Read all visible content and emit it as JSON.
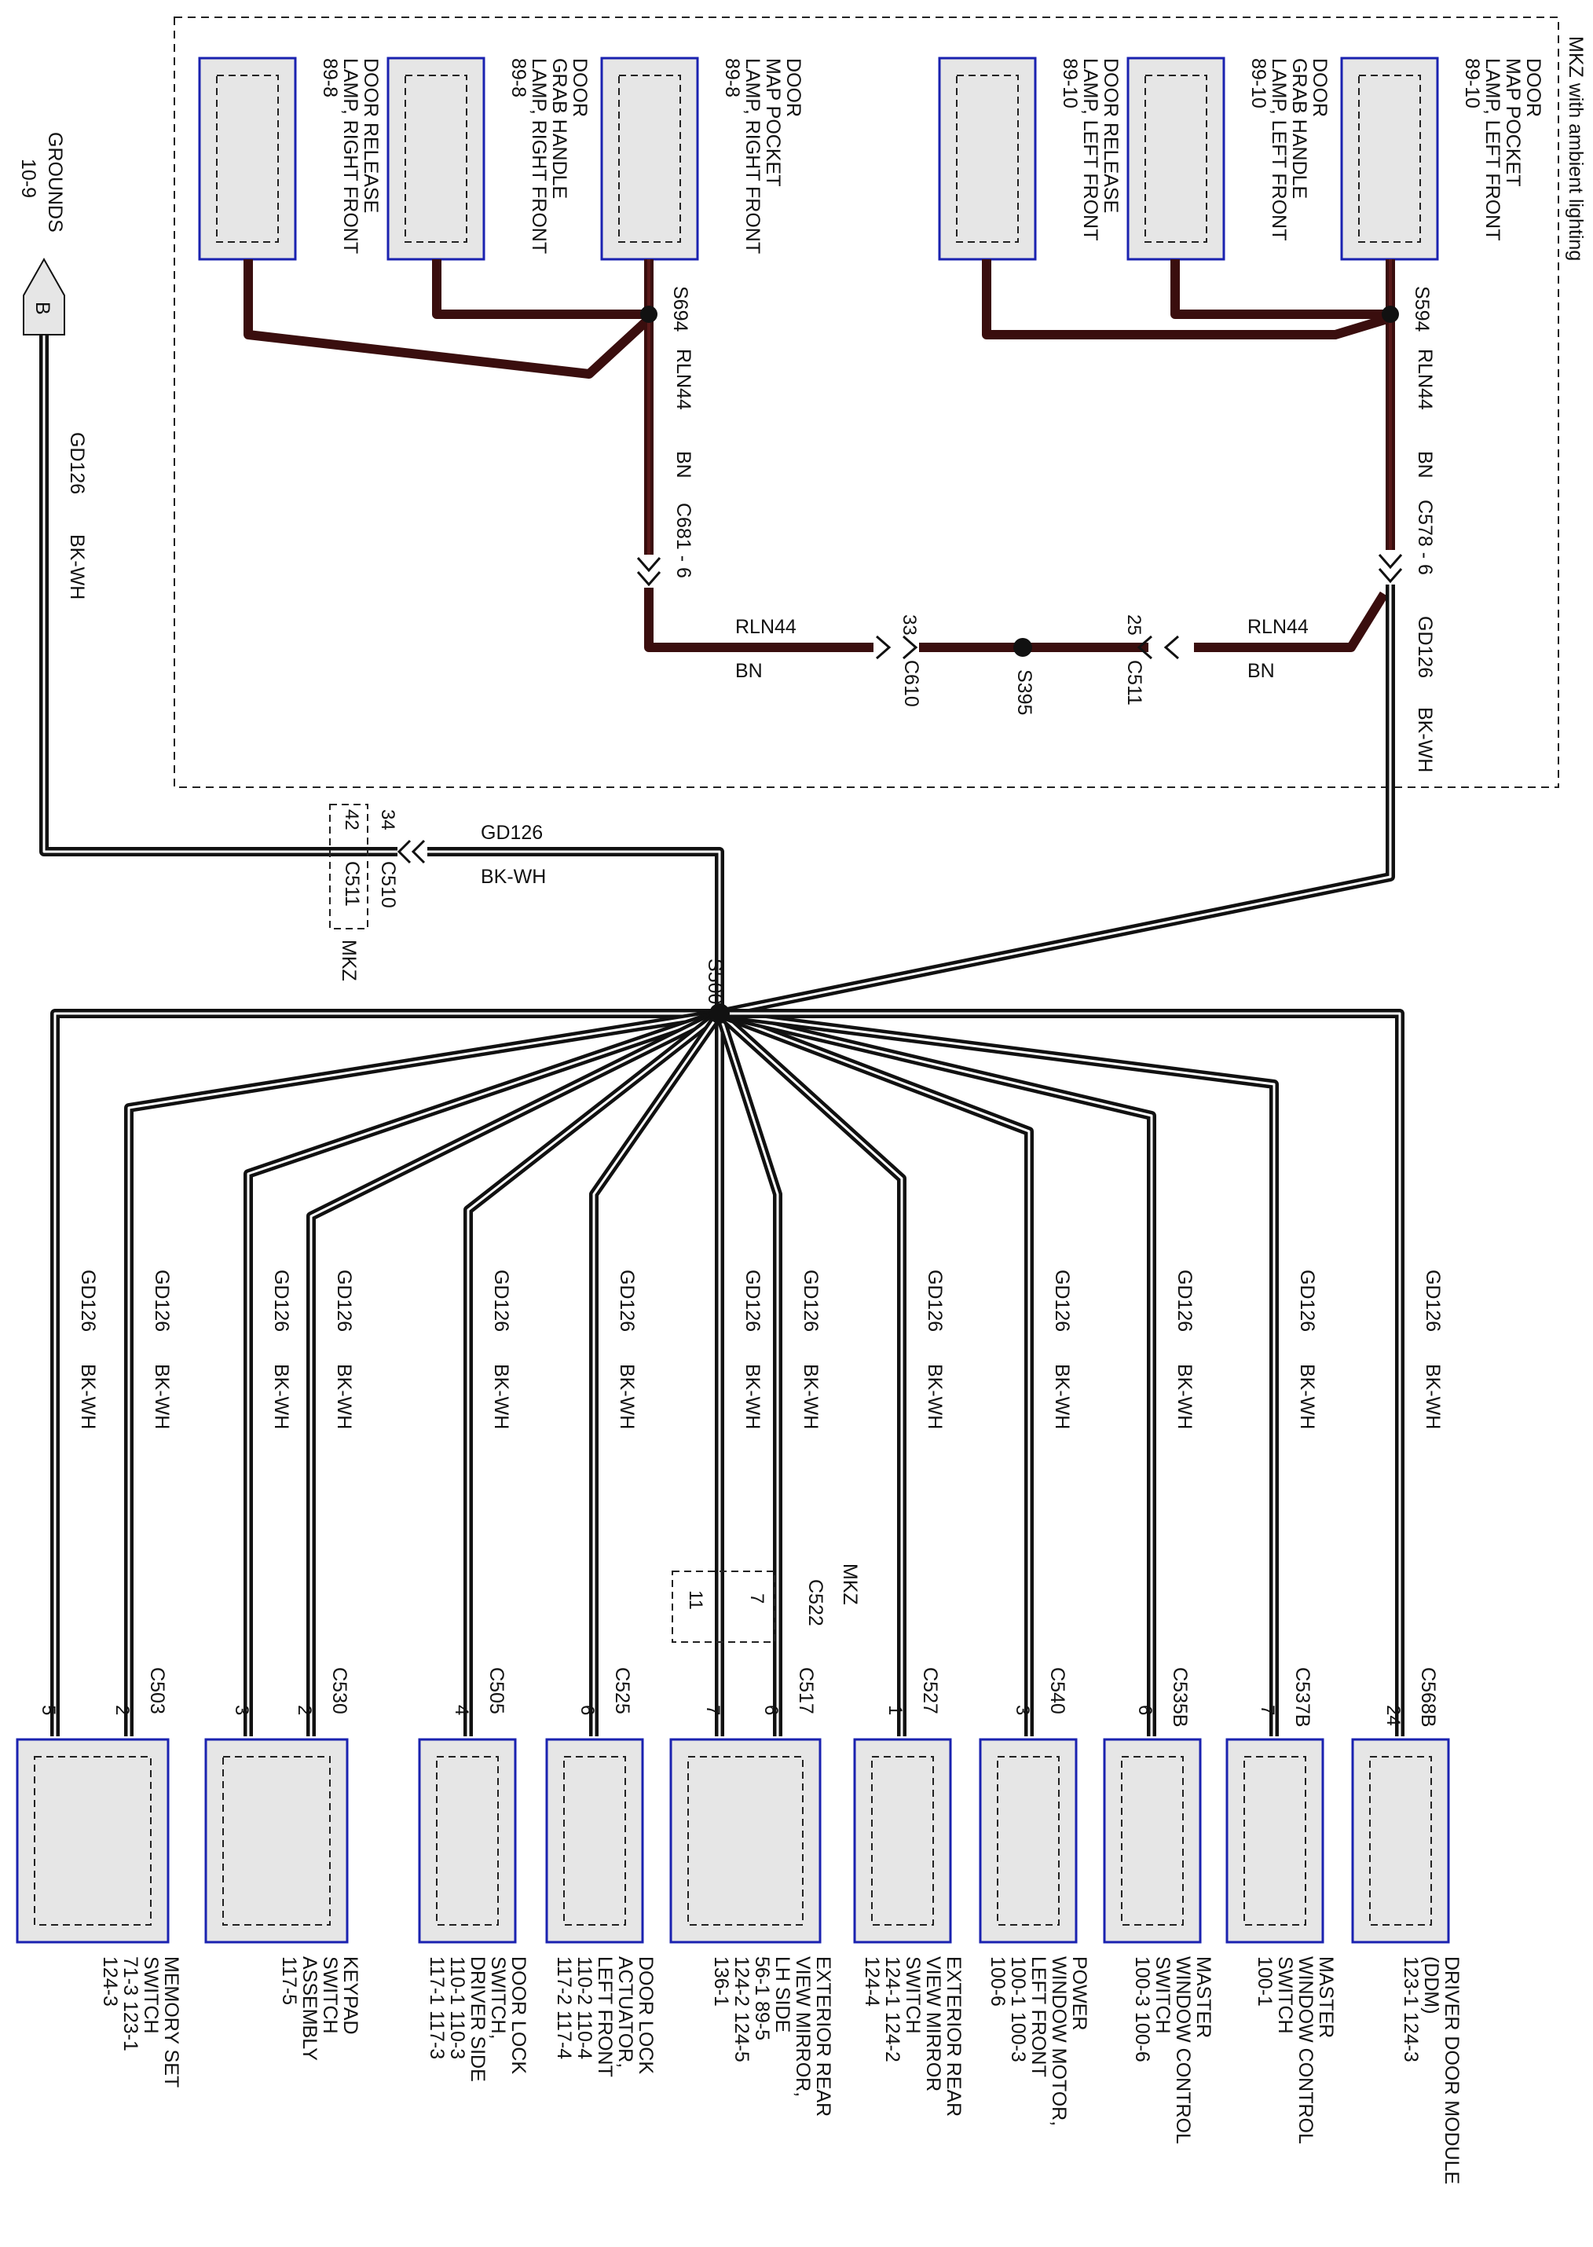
{
  "diagram": {
    "region_label": "MKZ with ambient lighting",
    "ground": {
      "title": "GROUNDS",
      "ref": "10-9",
      "connector": "B",
      "wire": "GD126",
      "color": "BK-WH"
    },
    "top_components": [
      {
        "id": "door-release-lamp-rf",
        "lines": [
          "DOOR RELEASE",
          "LAMP, RIGHT FRONT",
          "89-8"
        ]
      },
      {
        "id": "door-grab-handle-lamp-rf",
        "lines": [
          "DOOR",
          "GRAB HANDLE",
          "LAMP, RIGHT FRONT",
          "89-8"
        ]
      },
      {
        "id": "door-map-pocket-lamp-rf",
        "lines": [
          "DOOR",
          "MAP POCKET",
          "LAMP, RIGHT FRONT",
          "89-8"
        ]
      },
      {
        "id": "door-release-lamp-lf",
        "lines": [
          "DOOR RELEASE",
          "LAMP, LEFT FRONT",
          "89-10"
        ]
      },
      {
        "id": "door-grab-handle-lamp-lf",
        "lines": [
          "DOOR",
          "GRAB HANDLE",
          "LAMP, LEFT FRONT",
          "89-10"
        ]
      },
      {
        "id": "door-map-pocket-lamp-lf",
        "lines": [
          "DOOR",
          "MAP POCKET",
          "LAMP, LEFT FRONT",
          "89-10"
        ]
      }
    ],
    "splices": {
      "s694": "S694",
      "s594": "S594",
      "s395": "S395",
      "s500": "S500"
    },
    "rln_wires": {
      "right_vertical": {
        "wire": "RLN44",
        "color": "BN",
        "connector": "C681 - 6"
      },
      "left_vertical": {
        "wire": "RLN44",
        "color": "BN",
        "connector": "C578 - 6"
      },
      "horizontal_right": {
        "wire": "RLN44",
        "color": "BN",
        "connector": "C610",
        "pin": "33"
      },
      "horizontal_left": {
        "wire": "RLN44",
        "color": "BN",
        "connector": "C511",
        "pin": "25"
      }
    },
    "gd_from_c578": {
      "wire": "GD126",
      "color": "BK-WH"
    },
    "c510": {
      "connector": "C510",
      "pin": "34",
      "alt_connector": "C511",
      "alt_pin": "42",
      "note": "MKZ",
      "wire": "GD126",
      "color": "BK-WH"
    },
    "branch_wire": {
      "wire": "GD126",
      "color": "BK-WH"
    },
    "c522": {
      "connector": "C522",
      "note": "MKZ",
      "pin_a": "7",
      "pin_b": "11"
    },
    "bottom_components": [
      {
        "id": "memory-set-switch",
        "connector": "C503",
        "pins": [
          "2",
          "5"
        ],
        "lines": [
          "MEMORY SET",
          "SWITCH",
          "71-3    123-1",
          "124-3"
        ]
      },
      {
        "id": "keypad-switch-assembly",
        "connector": "C530",
        "pins": [
          "2",
          "3"
        ],
        "lines": [
          "KEYPAD",
          "SWITCH",
          "ASSEMBLY",
          "117-5"
        ]
      },
      {
        "id": "door-lock-switch-driver",
        "connector": "C505",
        "pins": [
          "4"
        ],
        "lines": [
          "DOOR LOCK",
          "SWITCH,",
          "DRIVER SIDE",
          "110-1    110-3",
          "117-1    117-3"
        ]
      },
      {
        "id": "door-lock-actuator-lf",
        "connector": "C525",
        "pins": [
          "6"
        ],
        "lines": [
          "DOOR LOCK",
          "ACTUATOR,",
          "LEFT FRONT",
          "110-2    110-4",
          "117-2    117-4"
        ]
      },
      {
        "id": "exterior-rear-view-mirror-lh",
        "connector": "C517",
        "pins": [
          "6",
          "7"
        ],
        "lines": [
          "EXTERIOR REAR",
          "VIEW MIRROR,",
          "LH SIDE",
          "56-1    89-5",
          "124-2    124-5",
          "136-1"
        ]
      },
      {
        "id": "exterior-rear-view-mirror-switch",
        "connector": "C527",
        "pins": [
          "1"
        ],
        "lines": [
          "EXTERIOR REAR",
          "VIEW MIRROR",
          "SWITCH",
          "124-1    124-2",
          "124-4"
        ]
      },
      {
        "id": "power-window-motor-lf",
        "connector": "C540",
        "pins": [
          "3"
        ],
        "lines": [
          "POWER",
          "WINDOW MOTOR,",
          "LEFT FRONT",
          "100-1    100-3",
          "100-6"
        ]
      },
      {
        "id": "master-window-control-switch-1",
        "connector": "C535B",
        "pins": [
          "6"
        ],
        "lines": [
          "MASTER",
          "WINDOW CONTROL",
          "SWITCH",
          "100-3    100-6"
        ]
      },
      {
        "id": "master-window-control-switch-2",
        "connector": "C537B",
        "pins": [
          "7"
        ],
        "lines": [
          "MASTER",
          "WINDOW CONTROL",
          "SWITCH",
          "100-1"
        ]
      },
      {
        "id": "driver-door-module",
        "connector": "C568B",
        "pins": [
          "24"
        ],
        "lines": [
          "DRIVER DOOR MODULE",
          "(DDM)",
          "123-1    124-3"
        ]
      }
    ],
    "colors": {
      "wire_bkwh": "#111111",
      "wire_bn": "#3a0e0e",
      "component_fill": "#e6e6e6",
      "component_border": "#1a22b0"
    }
  }
}
